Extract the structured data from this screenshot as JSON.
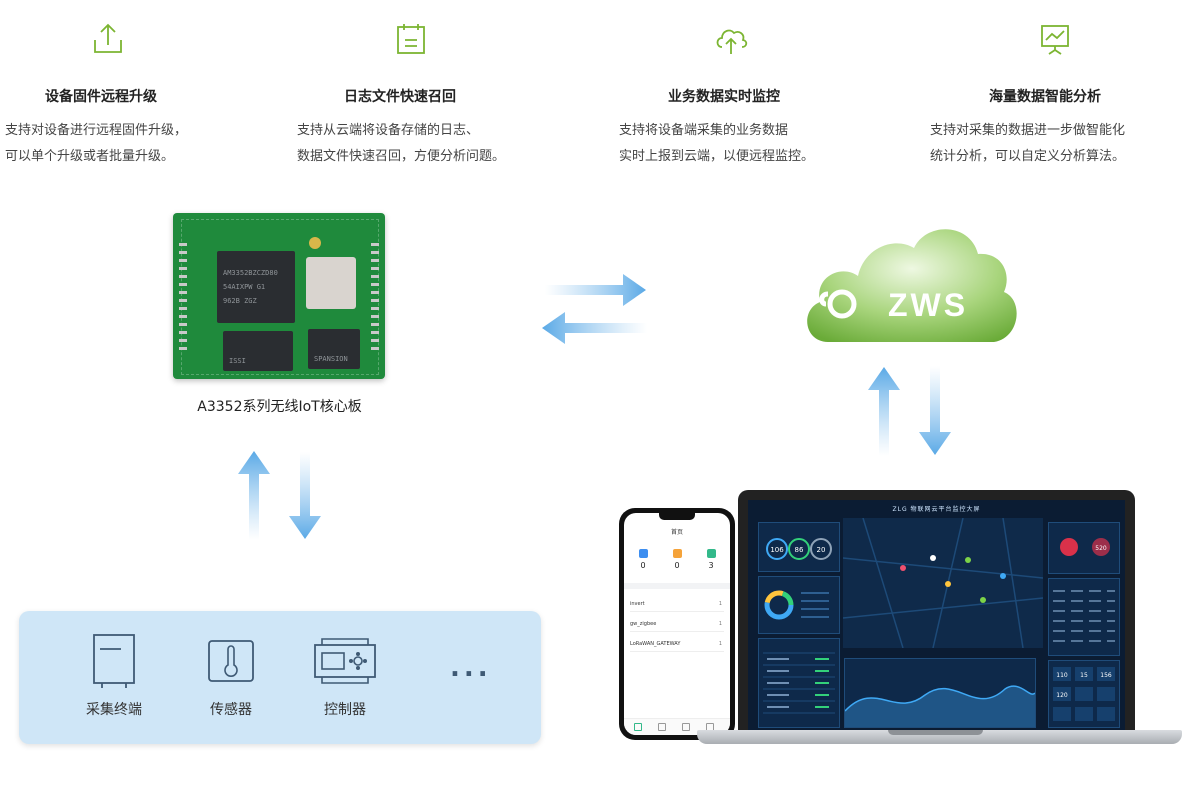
{
  "features": [
    {
      "icon": "upload-icon",
      "title": "设备固件远程升级",
      "desc": [
        "支持对设备进行远程固件升级，",
        "可以单个升级或者批量升级。"
      ]
    },
    {
      "icon": "log-file-icon",
      "title": "日志文件快速召回",
      "desc": [
        "支持从云端将设备存储的日志、",
        "数据文件快速召回，方便分析问题。"
      ]
    },
    {
      "icon": "cloud-upload-icon",
      "title": "业务数据实时监控",
      "desc": [
        "支持将设备端采集的业务数据",
        "实时上报到云端，以便远程监控。"
      ]
    },
    {
      "icon": "analytics-board-icon",
      "title": "海量数据智能分析",
      "desc": [
        "支持对采集的数据进一步做智能化",
        "统计分析，可以自定义分析算法。"
      ]
    }
  ],
  "board": {
    "label": "A3352系列无线IoT核心板",
    "chip_texts": [
      "AM3352BZCZD80",
      "54AIXPW G1",
      "962B  ZGZ",
      "ISSI",
      "SPANSION"
    ]
  },
  "cloud": {
    "brand": "ZWS"
  },
  "devices": [
    {
      "icon": "collection-terminal-icon",
      "label": "采集终端"
    },
    {
      "icon": "thermometer-sensor-icon",
      "label": "传感器"
    },
    {
      "icon": "controller-icon",
      "label": "控制器"
    }
  ],
  "devices_more": "...",
  "phone": {
    "title": "首页",
    "stats": [
      {
        "value": "0",
        "color": "#3d8ef0"
      },
      {
        "value": "0",
        "color": "#f5a33a"
      },
      {
        "value": "3",
        "color": "#33b98a"
      }
    ],
    "rows": [
      {
        "name": "invert",
        "count": "1"
      },
      {
        "name": "gw_zigbee",
        "count": "1"
      },
      {
        "name": "LoRaWAN_GATEWAY",
        "count": "1"
      }
    ]
  },
  "laptop": {
    "title": "ZLG 物联网云平台监控大屏",
    "gauges": [
      "106",
      "86",
      "20"
    ],
    "summary_values": [
      "110",
      "15",
      "120",
      "156",
      "520"
    ]
  },
  "colors": {
    "accent_green": "#7cb532",
    "arrow_blue": "#8cc3ee",
    "panel_bg": "#cfe6f7",
    "cloud_green": "#7dbb45"
  }
}
